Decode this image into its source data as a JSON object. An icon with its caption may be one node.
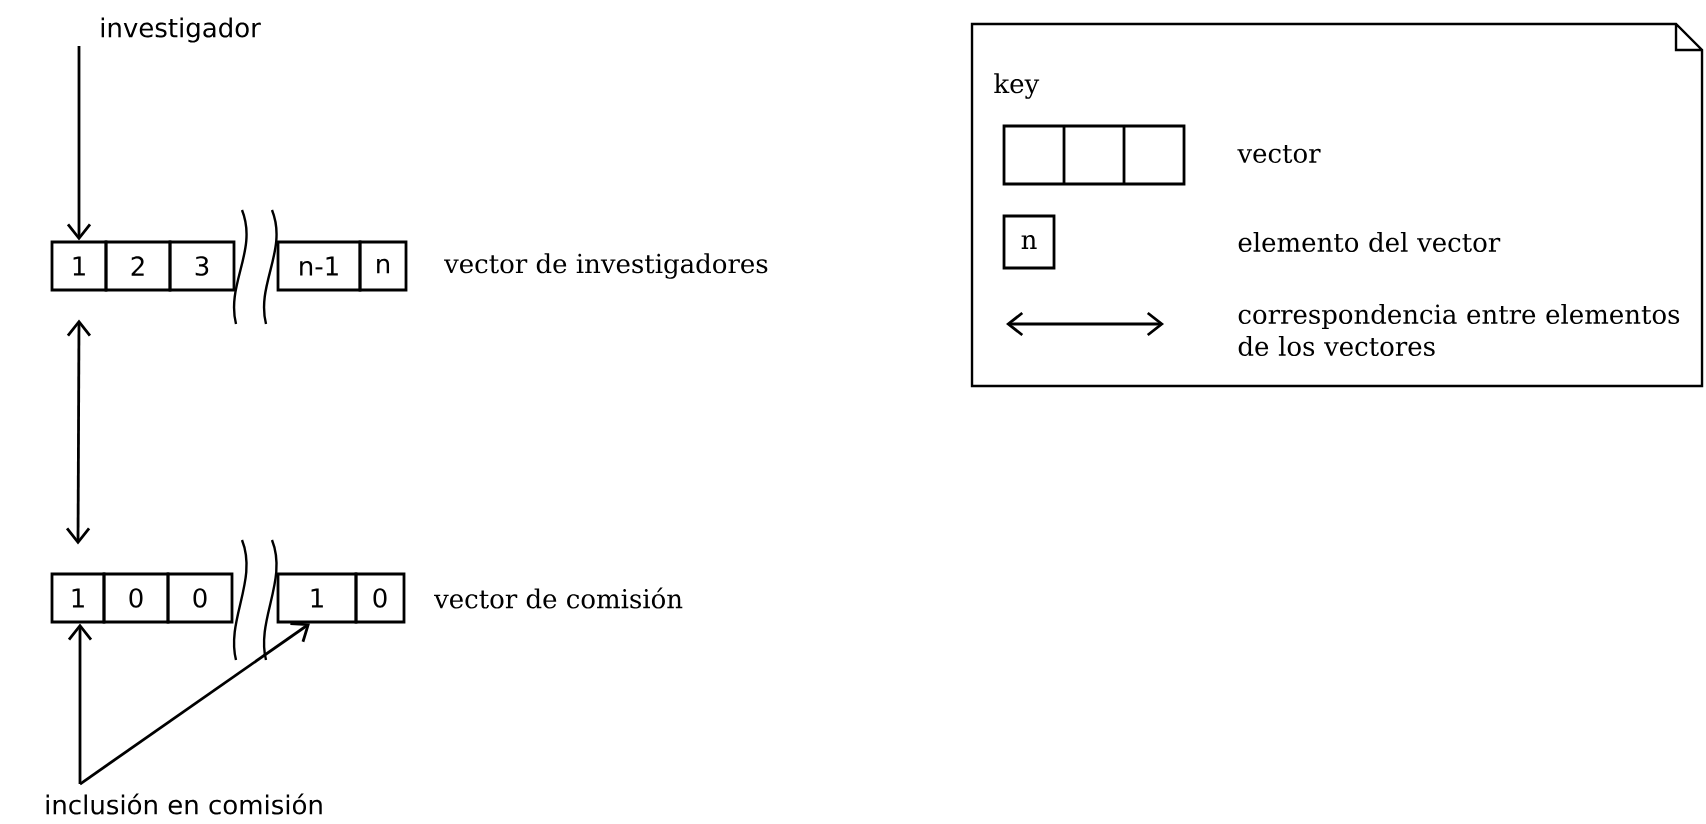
{
  "diagram": {
    "nodes": [
      {
        "text": [
          "investigador"
        ]
      },
      {
        "text": [
          "1"
        ]
      },
      {
        "text": [
          "2"
        ]
      },
      {
        "text": [
          "3"
        ]
      },
      {
        "text": [
          "n-1"
        ]
      },
      {
        "text": [
          "n"
        ]
      },
      {
        "text": [
          "1"
        ]
      },
      {
        "text": [
          "0"
        ]
      },
      {
        "text": [
          "0"
        ]
      },
      {
        "text": [
          "1"
        ]
      },
      {
        "text": [
          "0"
        ]
      },
      {
        "text": [
          "inclusión en comisión"
        ]
      },
      {
        "text": [
          "key"
        ]
      }
    ],
    "edges": [
      {
        "from": 0,
        "to": 1,
        "arrow": "to"
      },
      {
        "from": 1,
        "to": 6,
        "arrow": "both"
      },
      {
        "from": 11,
        "to": 6,
        "arrow": "to"
      },
      {
        "from": 11,
        "to": 9,
        "arrow": "to"
      }
    ],
    "labels": [
      "vector de investigadores",
      "vector de comisión",
      "n"
    ],
    "legend": [
      {
        "text": "vector"
      },
      {
        "text": "elemento del vector"
      },
      {
        "text": "correspondencia entre elementos de los vectores"
      }
    ]
  }
}
